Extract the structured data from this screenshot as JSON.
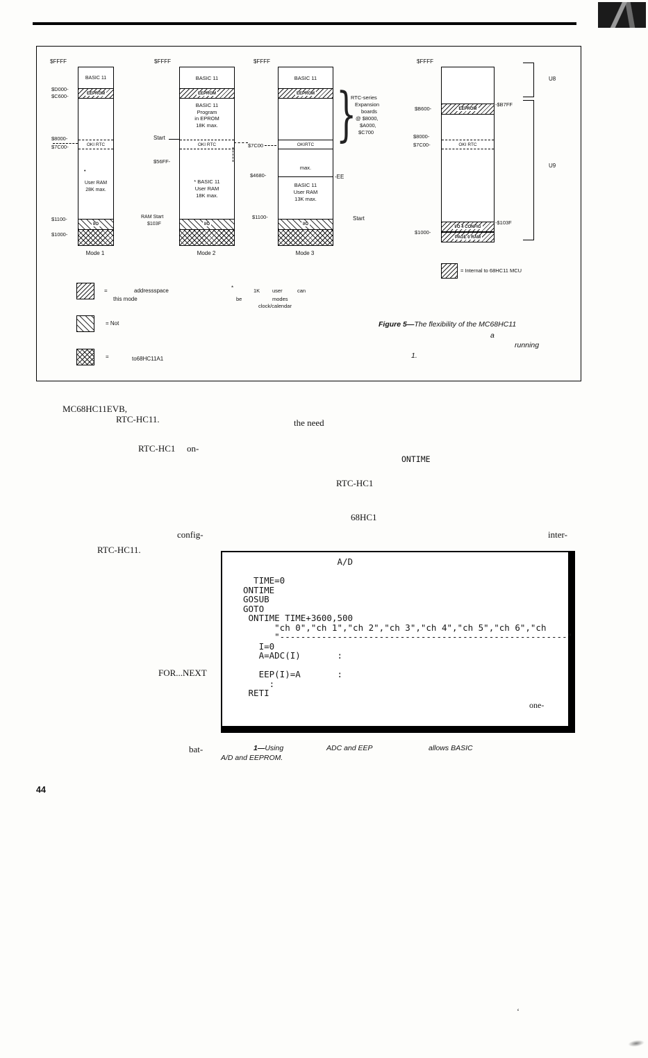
{
  "figure5": {
    "brace": "}",
    "mode1": {
      "ffff": "$FFFF",
      "basic": "BASIC 11",
      "eeprom": "EEPROM",
      "addr_d000": "$D000-",
      "addr_c600": "$C600-",
      "addr_8000": "$8000-",
      "addr_7c00": "$7C00-",
      "okirtc": "OKI RTC",
      "star": "•",
      "ram1": "User RAM",
      "ram2": "28K max.",
      "addr_1100": "$1100-",
      "addr_1000": "$1000-",
      "io": "I/O",
      "label": "Mode 1"
    },
    "mode2": {
      "ffff": "$FFFF",
      "basic": "BASIC 11",
      "eeprom": "EEPROM",
      "prog1": "BASIC 11",
      "prog2": "Program",
      "prog3": "in EPROM",
      "prog4": "18K max.",
      "start": "Start",
      "okirtc": "OKI RTC",
      "addr_56ff": "$56FF-",
      "ram1": "* BASIC 11",
      "ram2": "User RAM",
      "ram3": "18K max.",
      "ram_start": "RAM Start",
      "addr_103f": "$103F",
      "io": "I/O",
      "label": "Mode 2"
    },
    "mode3": {
      "ffff": "$FFFF",
      "basic": "BASIC 11",
      "eeprom": "EEPROM",
      "addr_7c00": "$7C00",
      "okirtc": "OKIRTC",
      "max": "max.",
      "addr_4680": "$4680-",
      "ee": "-EE",
      "ram1": "BASIC 11",
      "ram2": "User RAM",
      "ram3": "13K max.",
      "addr_1100": "$1100-",
      "start": "Start",
      "io": "I/O",
      "label": "Mode 3"
    },
    "rtc_note": {
      "l1": "RTC-series",
      "l2": "Expansion",
      "l3": "boards",
      "l4": "@ $8000,",
      "l5": "$A000,",
      "l6": "$C700"
    },
    "right_map": {
      "ffff": "$FFFF",
      "eeprom": "EEPROM",
      "b7ff": "-$B7FF",
      "b600": "$B600-",
      "addr_8000": "$8000-",
      "addr_7c00": "$7C00-",
      "okirtc": "OKI RTC",
      "io_config": "I/O 4 CONFIG",
      "f103": "-$103F",
      "page0": "PAGE 0 RAM",
      "addr_1000": "$1000-",
      "u8": "U8",
      "u9": "U9",
      "legend": "= Internal to 68HC11 MCU"
    },
    "legend": {
      "eq1": "=",
      "l1a": "addressspace",
      "l1b": "this mode",
      "star": "*",
      "k1": "1K",
      "user": "user",
      "can": "can",
      "be": "be",
      "modes": "modes",
      "clock": "clock/calendar",
      "l2": "= Not",
      "eq3": "=",
      "l3": "to68HC11A1"
    },
    "caption": {
      "bold": "Figure 5—",
      "italic": "The flexibility of the MC68HC11",
      "a": "a",
      "running": "running",
      "one": "1."
    }
  },
  "body": {
    "f1": "MC68HC11EVB,",
    "f2": "RTC-HC11.",
    "f3": "the need",
    "f4": "RTC-HC1",
    "f5": "on-",
    "ontime": "ONTIME",
    "f6": "RTC-HC1",
    "f7": "68HC1",
    "f8": "config-",
    "f9": "inter-",
    "f10": "RTC-HC11.",
    "fornext": "FOR...NEXT",
    "bat": "bat-"
  },
  "listing": {
    "code": "                  A/D\n\n  TIME=0\nONTIME\nGOSUB\nGOTO\n ONTIME TIME+3600,500\n      \"ch 0\",\"ch 1\",\"ch 2\",\"ch 3\",\"ch 4\",\"ch 5\",\"ch 6\",\"ch\n      \"-------------------------------------------------------\"\n   I=0\n   A=ADC(I)       :\n\n   EEP(I)=A       :\n     :\n RETI",
    "one": "one-",
    "cap_bold": "1—",
    "cap_using": "Using",
    "cap_adc": "ADC and EEP",
    "cap_allows": "allows BASIC",
    "cap_line2": "A/D and EEPROM."
  },
  "footer": {
    "page": "44",
    "mark": "‘"
  }
}
